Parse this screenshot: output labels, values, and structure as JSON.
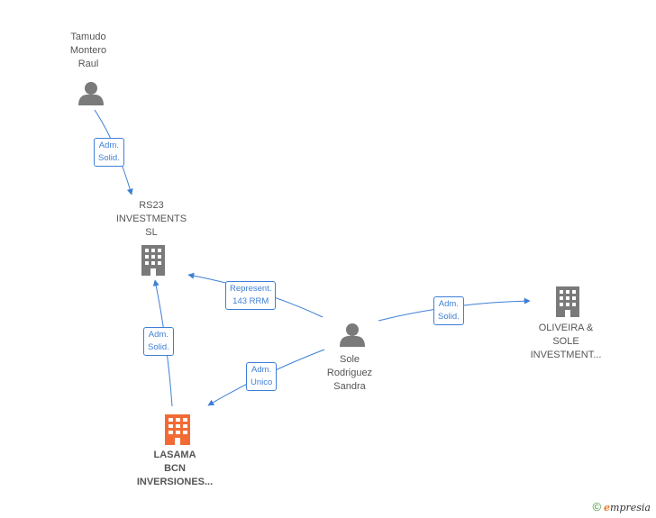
{
  "nodes": {
    "tamudo": {
      "lines": [
        "Tamudo",
        "Montero",
        "Raul"
      ],
      "type": "person"
    },
    "rs23": {
      "lines": [
        "RS23",
        "INVESTMENTS",
        "SL"
      ],
      "type": "company"
    },
    "sole": {
      "lines": [
        "Sole",
        "Rodriguez",
        "Sandra"
      ],
      "type": "person"
    },
    "oliveira": {
      "lines": [
        "OLIVEIRA &",
        "SOLE",
        "INVESTMENT..."
      ],
      "type": "company"
    },
    "lasama": {
      "lines": [
        "LASAMA",
        "BCN",
        "INVERSIONES..."
      ],
      "type": "company-highlight"
    }
  },
  "edges": {
    "tamudo_rs23": {
      "lines": [
        "Adm.",
        "Solid."
      ]
    },
    "sole_rs23": {
      "lines": [
        "Represent.",
        "143 RRM"
      ]
    },
    "sole_oliveira": {
      "lines": [
        "Adm.",
        "Solid."
      ]
    },
    "lasama_rs23": {
      "lines": [
        "Adm.",
        "Solid."
      ]
    },
    "sole_lasama": {
      "lines": [
        "Adm.",
        "Unico"
      ]
    }
  },
  "colors": {
    "edge": "#3e7fd6",
    "node_gray": "#7a7a7a",
    "node_highlight": "#f26b35"
  },
  "footer": {
    "copyright_symbol": "©",
    "brand_initial": "e",
    "brand_rest": "mpresia"
  }
}
